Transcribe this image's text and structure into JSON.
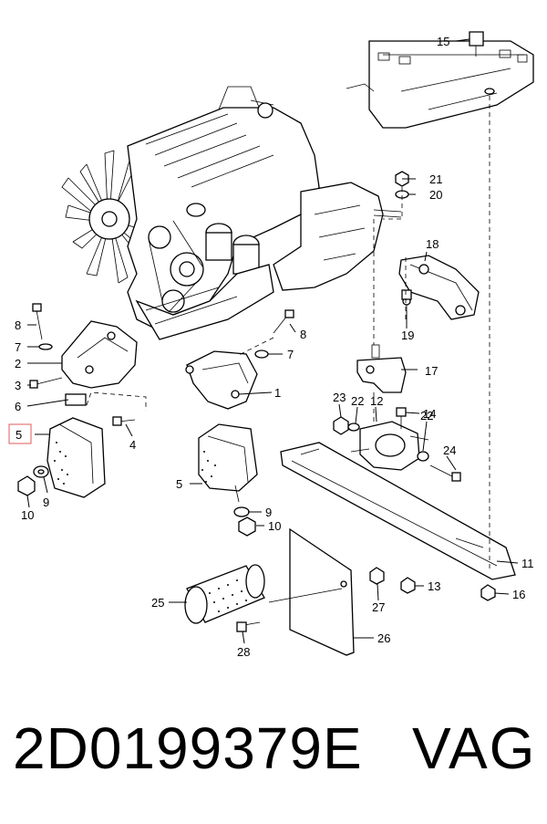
{
  "diagram": {
    "callouts": [
      "15",
      "21",
      "20",
      "18",
      "19",
      "17",
      "8",
      "7",
      "2",
      "3",
      "6",
      "5",
      "4",
      "9",
      "10",
      "8",
      "7",
      "1",
      "5",
      "9",
      "10",
      "23",
      "22",
      "12",
      "14",
      "22",
      "24",
      "11",
      "13",
      "16",
      "25",
      "27",
      "26",
      "28"
    ],
    "highlighted_callout": "5"
  },
  "caption": {
    "part_number": "2D0199379E",
    "brand": "VAG"
  },
  "colors": {
    "background": "#ffffff",
    "ink": "#000000",
    "highlight_border": "#e05a5a"
  }
}
